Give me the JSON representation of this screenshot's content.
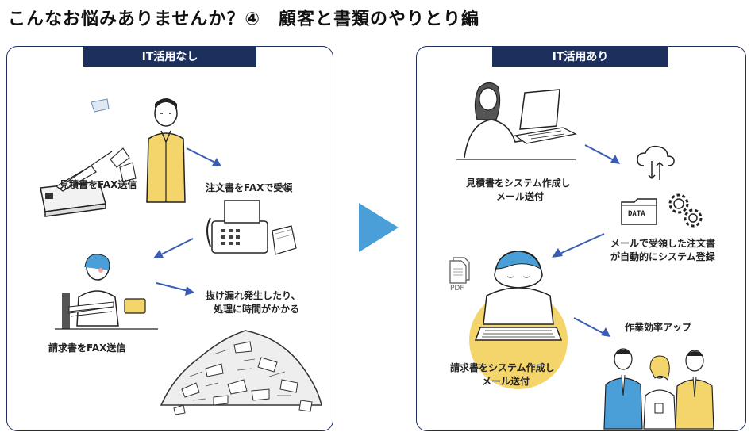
{
  "title": "こんなお悩みありませんか？④　顧客と書類のやりとり編",
  "left_panel": {
    "header": "IT活用なし",
    "step1": "見積書をFAX送信",
    "step2": "注文書をFAXで受領",
    "step3": "請求書をFAX送信",
    "problem_line1": "抜け漏れ発生したり、",
    "problem_line2": "処理に時間がかかる"
  },
  "right_panel": {
    "header": "IT活用あり",
    "step1_line1": "見積書をシステム作成し",
    "step1_line2": "メール送付",
    "step2_line1": "メールで受領した注文書",
    "step2_line2": "が自動的にシステム登録",
    "step3_line1": "請求書をシステム作成し",
    "step3_line2": "メール送付",
    "result": "作業効率アップ",
    "data_icon_text": "DATA",
    "pdf_icon_text": "PDF"
  },
  "colors": {
    "navy": "#1d2f5c",
    "arrow_blue": "#3a5db3",
    "big_arrow": "#4a9fd8",
    "yellow": "#f3d56b",
    "face_blush": "#f4a8a0"
  }
}
